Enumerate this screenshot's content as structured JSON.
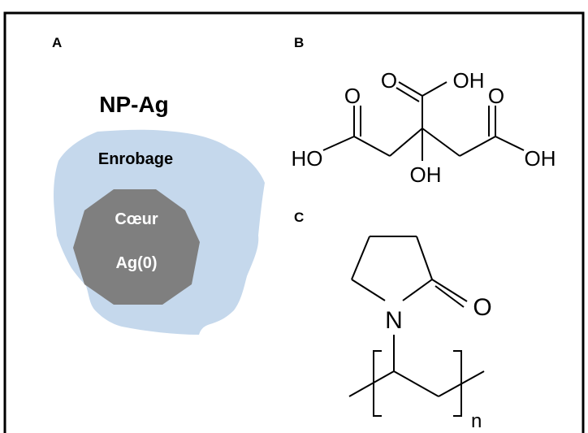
{
  "panels": {
    "a": {
      "letter": "A",
      "title": "NP-Ag",
      "shell_label": "Enrobage",
      "core_line1": "Cœur",
      "core_line2": "Ag(0)"
    },
    "b": {
      "letter": "B",
      "o_top": "O",
      "oh_top": "OH",
      "o_left": "O",
      "o_right": "O",
      "ho_left": "HO",
      "oh_right": "OH",
      "oh_center": "OH"
    },
    "c": {
      "letter": "C",
      "o": "O",
      "n": "N",
      "sub_n": "n"
    }
  },
  "colors": {
    "shell": "#c5d8ec",
    "core": "#7f7f7f",
    "ink": "#000000",
    "core_text": "#ffffff"
  }
}
